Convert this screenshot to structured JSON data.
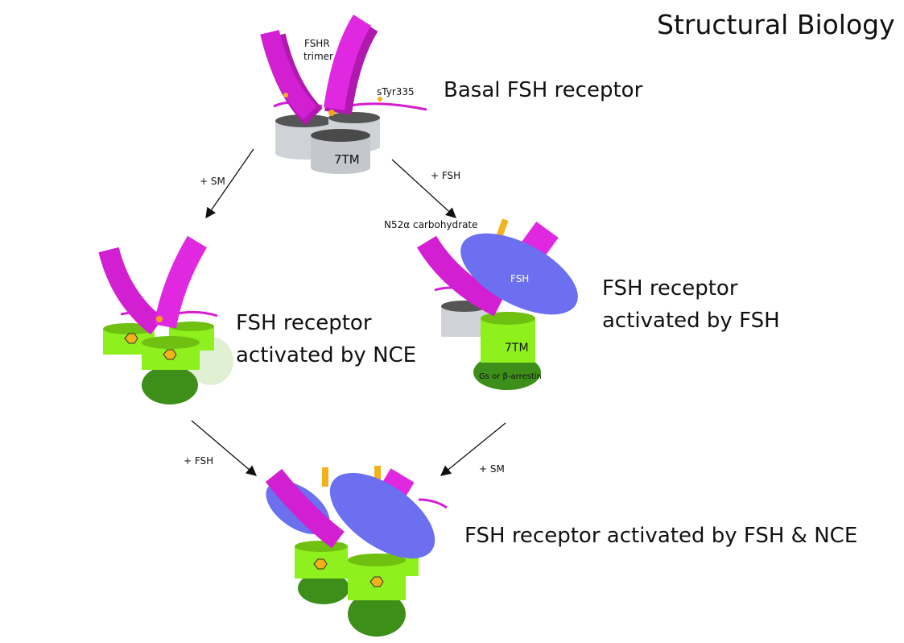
{
  "title": "Structural Biology",
  "states": {
    "basal": {
      "label": "Basal FSH receptor",
      "annotations": {
        "trimer_line1": "FSHR",
        "trimer_line2": "trimer",
        "sulfotyrosine": "sTyr335",
        "transmembrane": "7TM"
      }
    },
    "nce": {
      "label_line1": "FSH receptor",
      "label_line2": "activated by NCE"
    },
    "fsh": {
      "label_line1": "FSH receptor",
      "label_line2": "activated by FSH",
      "annotations": {
        "carbohydrate": "N52α carbohydrate",
        "hormone": "FSH",
        "transmembrane": "7TM",
        "effector": "Gs or β-arrestin"
      }
    },
    "both": {
      "label": "FSH receptor activated by FSH & NCE"
    }
  },
  "arrows": [
    {
      "label": "+ SM",
      "from": "basal",
      "to": "nce"
    },
    {
      "label": "+ FSH",
      "from": "basal",
      "to": "fsh"
    },
    {
      "label": "+ FSH",
      "from": "nce",
      "to": "both"
    },
    {
      "label": "+ SM",
      "from": "fsh",
      "to": "both"
    }
  ],
  "colors": {
    "ecd": "#d21fd2",
    "tm_basal": "#cfd3d8",
    "tm_active": "#8ef01c",
    "fsh": "#6b6ff0",
    "effector": "#3e8f1a",
    "carbohydrate": "#f2b21c"
  }
}
